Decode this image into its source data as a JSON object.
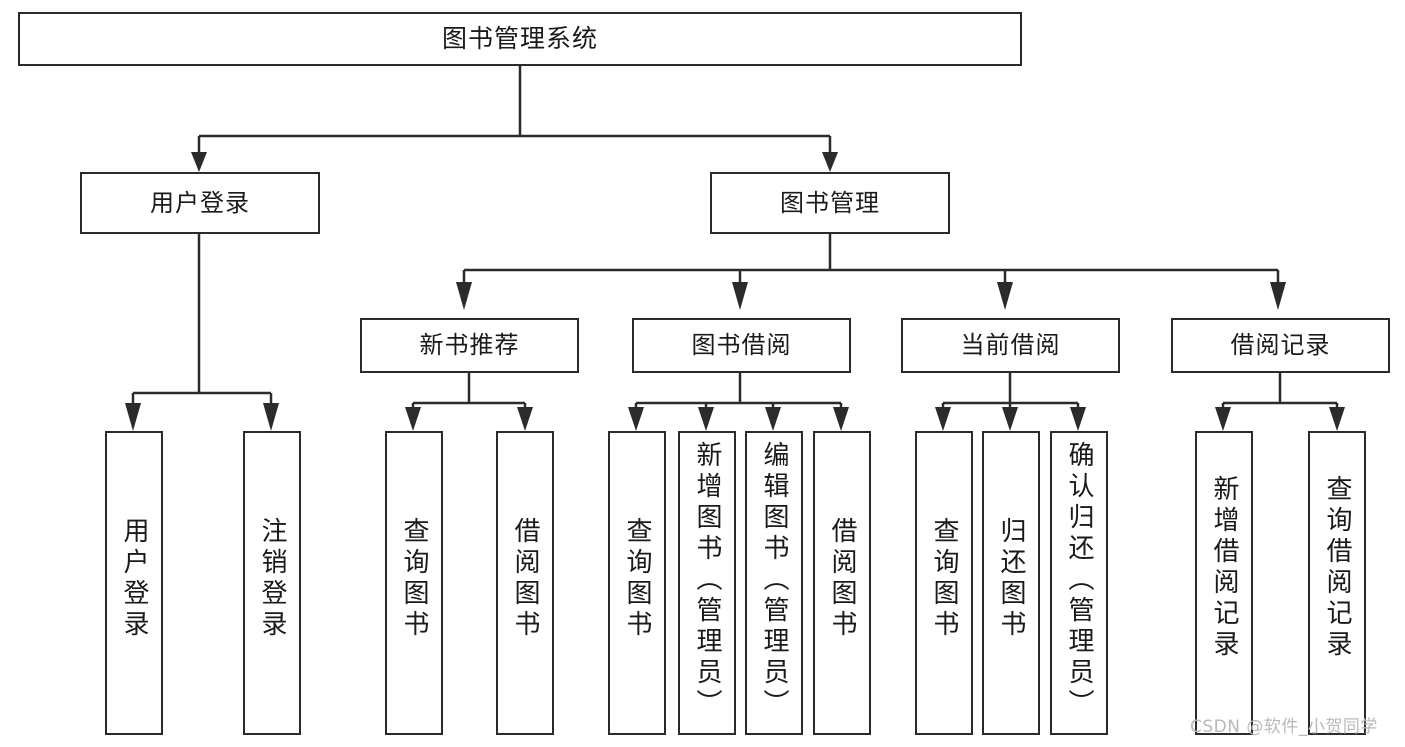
{
  "diagram": {
    "type": "tree",
    "title": "图书管理系统",
    "watermark": "CSDN @软件_小贺同学",
    "colors": {
      "stroke": "#2b2b2b",
      "background": "#ffffff",
      "text": "#1a1a1a",
      "watermark": "#b9b9b9"
    },
    "root": {
      "label": "图书管理系统"
    },
    "level1": [
      {
        "id": "user-login",
        "label": "用户登录"
      },
      {
        "id": "book-manage",
        "label": "图书管理"
      }
    ],
    "level2": [
      {
        "id": "new-book-recommend",
        "label": "新书推荐",
        "parent": "book-manage"
      },
      {
        "id": "book-borrow",
        "label": "图书借阅",
        "parent": "book-manage"
      },
      {
        "id": "current-borrow",
        "label": "当前借阅",
        "parent": "book-manage"
      },
      {
        "id": "borrow-record",
        "label": "借阅记录",
        "parent": "book-manage"
      }
    ],
    "leaves": [
      {
        "id": "leaf-user-login",
        "label": "用户登录",
        "parent": "user-login"
      },
      {
        "id": "leaf-user-logout",
        "label": "注销登录",
        "parent": "user-login"
      },
      {
        "id": "leaf-query-book-1",
        "label": "查询图书",
        "parent": "new-book-recommend"
      },
      {
        "id": "leaf-borrow-book-1",
        "label": "借阅图书",
        "parent": "new-book-recommend"
      },
      {
        "id": "leaf-query-book-2",
        "label": "查询图书",
        "parent": "book-borrow"
      },
      {
        "id": "leaf-add-book",
        "label": "新增图书（管理员）",
        "parent": "book-borrow"
      },
      {
        "id": "leaf-edit-book",
        "label": "编辑图书（管理员）",
        "parent": "book-borrow"
      },
      {
        "id": "leaf-borrow-book-2",
        "label": "借阅图书",
        "parent": "book-borrow"
      },
      {
        "id": "leaf-query-book-3",
        "label": "查询图书",
        "parent": "current-borrow"
      },
      {
        "id": "leaf-return-book",
        "label": "归还图书",
        "parent": "current-borrow"
      },
      {
        "id": "leaf-confirm-return",
        "label": "确认归还（管理员）",
        "parent": "current-borrow"
      },
      {
        "id": "leaf-add-record",
        "label": "新增借阅记录",
        "parent": "borrow-record"
      },
      {
        "id": "leaf-query-record",
        "label": "查询借阅记录",
        "parent": "borrow-record"
      }
    ]
  }
}
